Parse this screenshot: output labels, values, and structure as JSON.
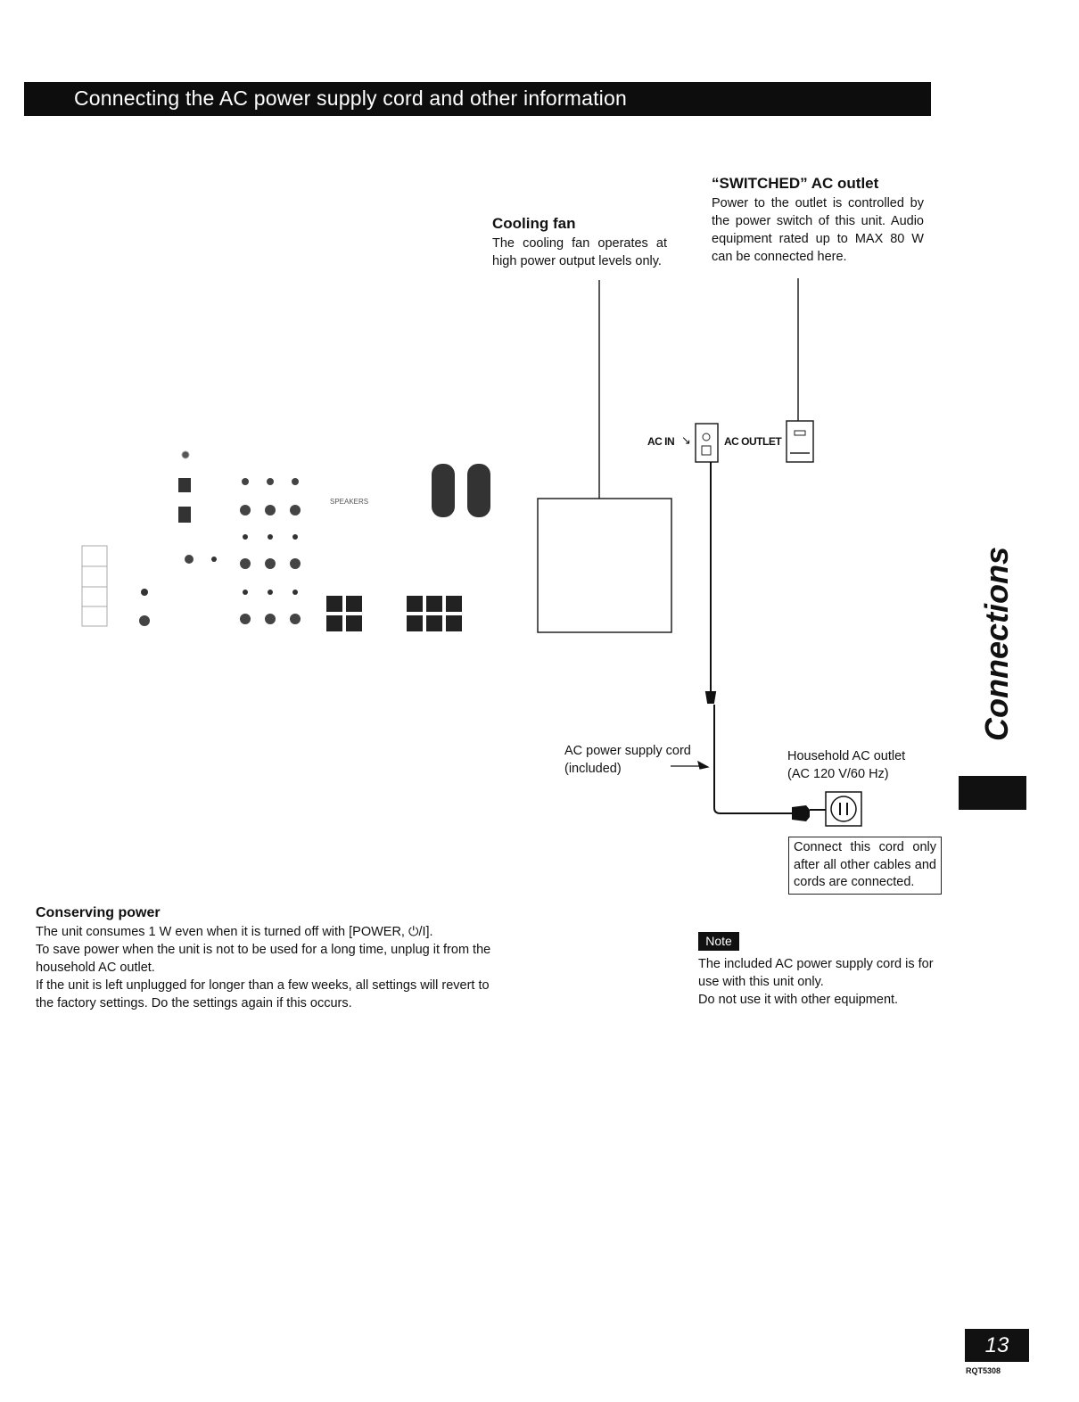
{
  "header": {
    "title": "Connecting the AC power supply cord and other information"
  },
  "cooling_fan": {
    "title": "Cooling fan",
    "text": "The cooling fan operates at high power output levels only."
  },
  "switched_outlet": {
    "title": "“SWITCHED” AC outlet",
    "text": "Power to the outlet is controlled by the power switch of this unit. Audio equipment rated up to MAX 80 W can be connected here."
  },
  "diagram_labels": {
    "ac_in": "AC IN",
    "ac_outlet": "AC OUTLET",
    "speakers": "SPEAKERS",
    "power_cord": "AC power supply cord (included)",
    "household": "Household AC outlet (AC 120 V/60 Hz)"
  },
  "connect_note": "Connect this cord only after all other cables and cords are connected.",
  "conserving_power": {
    "title": "Conserving power",
    "lines": [
      "The unit consumes 1 W even when it is turned off with [POWER, ⏻/I].",
      "To save power when the unit is not to be used for a long time, unplug it from the household AC outlet.",
      "If the unit is left unplugged for longer than a few weeks, all settings will revert to the factory settings. Do the settings again if this occurs."
    ]
  },
  "note": {
    "badge": "Note",
    "lines": [
      "The included AC power supply cord is for use with this unit only.",
      "Do not use it with other equipment."
    ]
  },
  "side_tab": {
    "label": "Connections"
  },
  "page_number": "13",
  "model_code": "RQT5308"
}
